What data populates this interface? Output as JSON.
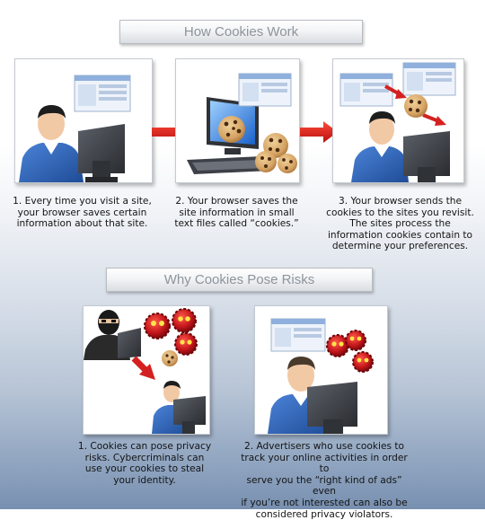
{
  "sections": {
    "how_title": "How Cookies Work",
    "why_title": "Why Cookies Pose Risks"
  },
  "how_steps": [
    {
      "caption": "1. Every time you visit a site,\nyour browser saves certain\ninformation about that site."
    },
    {
      "caption": "2. Your browser saves the\nsite information in small\ntext files called “cookies.”"
    },
    {
      "caption": "3. Your browser sends the\ncookies to the sites you revisit.\nThe sites process the\ninformation cookies contain to\ndetermine your preferences."
    }
  ],
  "risks": [
    {
      "caption": "1. Cookies can pose privacy\nrisks. Cybercriminals can\nuse your cookies to steal\nyour identity."
    },
    {
      "caption": "2. Advertisers who use cookies to\ntrack your online activities in order to\nserve you the “right kind of ads” even\nif you’re not interested can also be\nconsidered privacy violators."
    }
  ],
  "colors": {
    "arrow": "#d42020",
    "title_text": "#8d949c",
    "shirt": "#2f63b8",
    "monitor": "#3a3d42",
    "cookie": "#c79a5a",
    "bug": "#c4161c"
  },
  "icons": [
    "user-icon",
    "monitor-icon",
    "browser-window-icon",
    "cookie-icon",
    "computer-icon",
    "hacker-icon",
    "virus-bug-icon",
    "arrow-icon"
  ]
}
